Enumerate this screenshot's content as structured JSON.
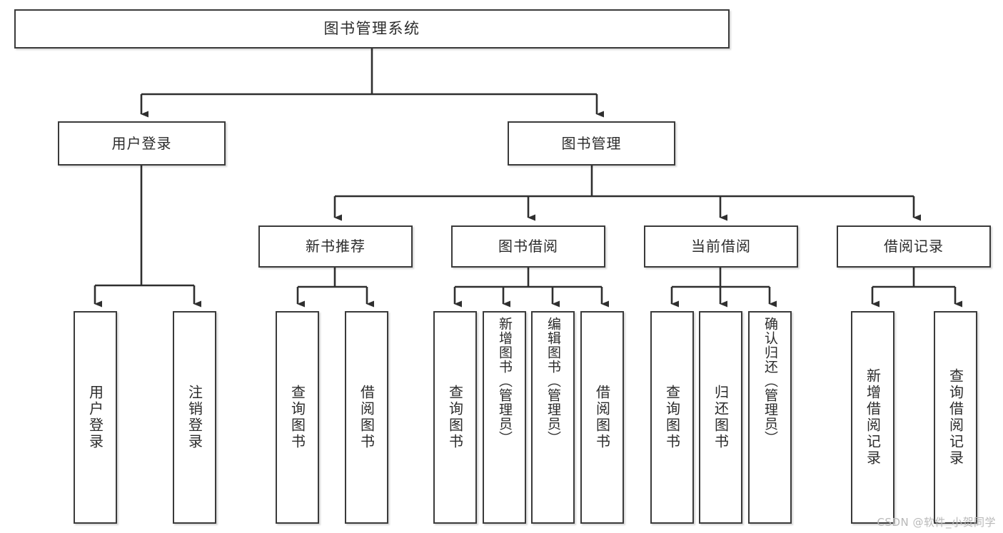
{
  "diagram": {
    "title": "图书管理系统",
    "type": "tree-hierarchy-chart",
    "watermark": "CSDN @软件_小贺同学",
    "colors": {
      "node_border": "#3a3a3a",
      "node_fill": "#ffffff",
      "edge": "#2f2f2f",
      "text": "#2b2b2b",
      "background": "#ffffff",
      "watermark": "#b9b9b9"
    },
    "levels": [
      {
        "level": 0,
        "nodes": [
          {
            "id": "root",
            "label": "图书管理系统"
          }
        ]
      },
      {
        "level": 1,
        "nodes": [
          {
            "id": "login",
            "label": "用户登录",
            "parent": "root"
          },
          {
            "id": "bookmgmt",
            "label": "图书管理",
            "parent": "root"
          }
        ]
      },
      {
        "level": 2,
        "nodes": [
          {
            "id": "newbook",
            "label": "新书推荐",
            "parent": "bookmgmt"
          },
          {
            "id": "borrow",
            "label": "图书借阅",
            "parent": "bookmgmt"
          },
          {
            "id": "current",
            "label": "当前借阅",
            "parent": "bookmgmt"
          },
          {
            "id": "record",
            "label": "借阅记录",
            "parent": "bookmgmt"
          }
        ]
      },
      {
        "level": 3,
        "nodes": [
          {
            "id": "leaf1",
            "label": "用户登录",
            "parent": "login"
          },
          {
            "id": "leaf2",
            "label": "注销登录",
            "parent": "login"
          },
          {
            "id": "leaf3",
            "label": "查询图书",
            "parent": "newbook"
          },
          {
            "id": "leaf4",
            "label": "借阅图书",
            "parent": "newbook"
          },
          {
            "id": "leaf5",
            "label": "查询图书",
            "parent": "borrow"
          },
          {
            "id": "leaf6",
            "label": "新增图书（管理员）",
            "parent": "borrow"
          },
          {
            "id": "leaf7",
            "label": "编辑图书（管理员）",
            "parent": "borrow"
          },
          {
            "id": "leaf8",
            "label": "借阅图书",
            "parent": "borrow"
          },
          {
            "id": "leaf9",
            "label": "查询图书",
            "parent": "current"
          },
          {
            "id": "leaf10",
            "label": "归还图书",
            "parent": "current"
          },
          {
            "id": "leaf11",
            "label": "确认归还（管理员）",
            "parent": "current"
          },
          {
            "id": "leaf12",
            "label": "新增借阅记录",
            "parent": "record"
          },
          {
            "id": "leaf13",
            "label": "查询借阅记录",
            "parent": "record"
          }
        ]
      }
    ]
  }
}
